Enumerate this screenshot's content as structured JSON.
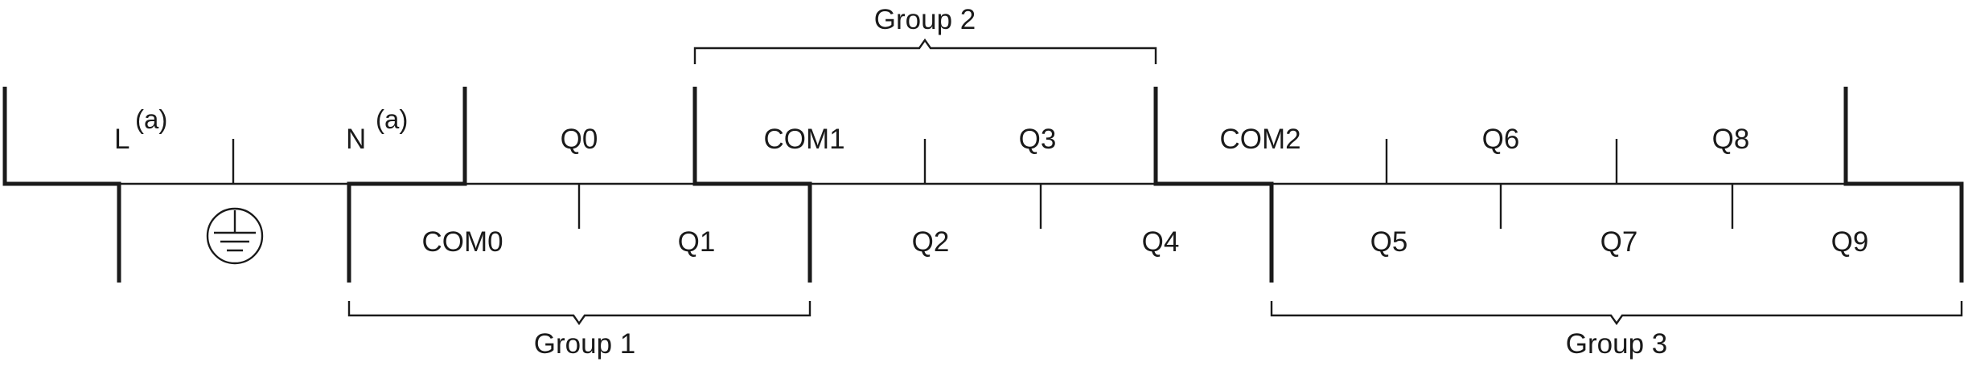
{
  "terminals": {
    "l": "L",
    "l_note": "(a)",
    "n": "N",
    "n_note": "(a)",
    "q0": "Q0",
    "com1": "COM1",
    "q3": "Q3",
    "com2": "COM2",
    "q6": "Q6",
    "q8": "Q8",
    "com0": "COM0",
    "q1": "Q1",
    "q2": "Q2",
    "q4": "Q4",
    "q5": "Q5",
    "q7": "Q7",
    "q9": "Q9"
  },
  "groups": {
    "group1": "Group 1",
    "group2": "Group 2",
    "group3": "Group 3"
  },
  "icons": {
    "earth": "protective-earth-icon"
  }
}
